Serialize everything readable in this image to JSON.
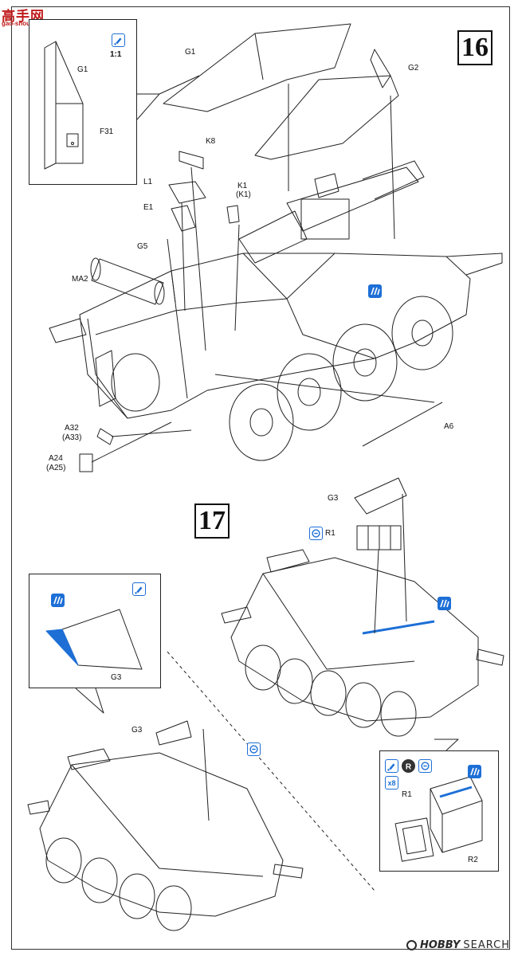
{
  "logo": {
    "main": "高手网",
    "sub": "gao-shou.com"
  },
  "steps": {
    "step16": "16",
    "step17": "17"
  },
  "inset16": {
    "scale": "1:1",
    "g1": "G1",
    "f31": "F31"
  },
  "step16_parts": {
    "g1": "G1",
    "g2": "G2",
    "k8": "K8",
    "l1": "L1",
    "e1": "E1",
    "k1": "K1",
    "k1_alt": "(K1)",
    "g5": "G5",
    "ma2": "MA2",
    "a6": "A6",
    "a32": "A32",
    "a33": "(A33)",
    "a24": "A24",
    "a25": "(A25)"
  },
  "step17_parts": {
    "g3_top": "G3",
    "r1": "R1",
    "inset_g3": "G3",
    "g3_bottom": "G3"
  },
  "inset17b": {
    "multiplier": "x8",
    "r1": "R1",
    "r2": "R2"
  },
  "icons": {
    "glue": "glue-icon",
    "paint": "paint-icon",
    "remove": "remove-icon",
    "repeat": "repeat-icon",
    "optional": "optional-icon"
  },
  "colors": {
    "accent": "#1d6fd6",
    "line": "#222222",
    "logo": "#c01a1a"
  },
  "watermark": {
    "brand": "HOBBY",
    "suffix": "SEARCH"
  }
}
